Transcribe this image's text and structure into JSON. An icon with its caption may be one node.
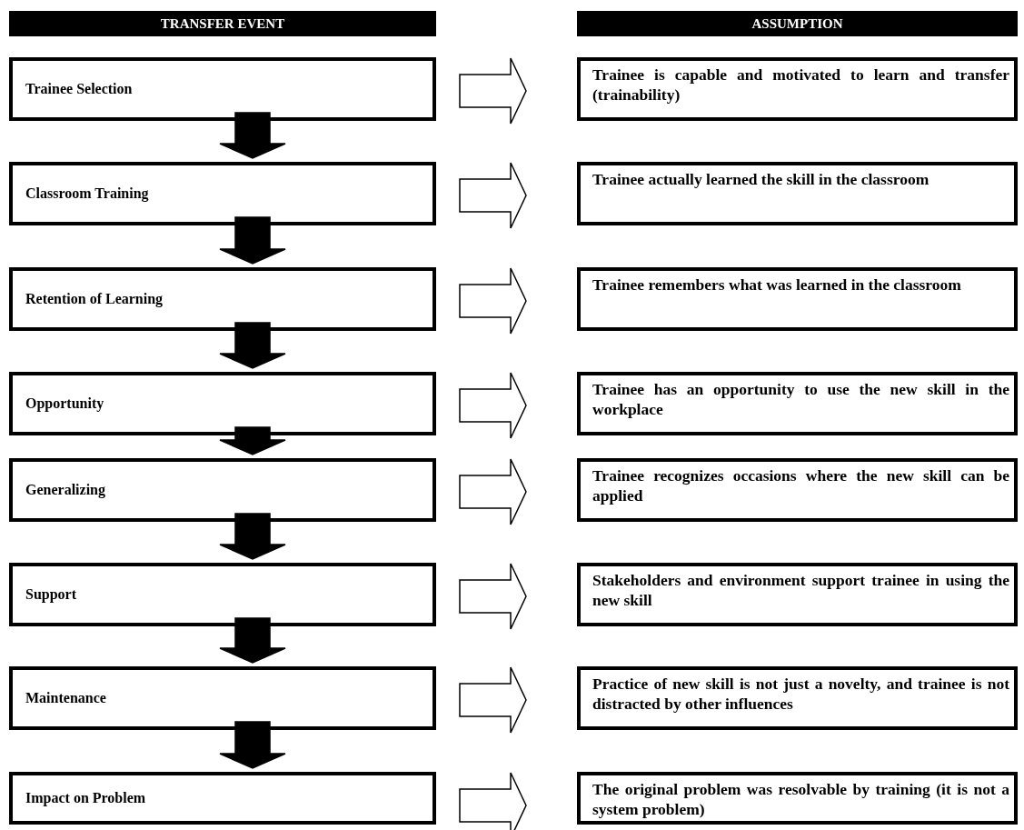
{
  "diagram": {
    "nodes": [
      {
        "text": [
          "TRANSFER  EVENT"
        ]
      },
      {
        "text": [
          "ASSUMPTION"
        ]
      },
      {
        "text": [
          "Trainee Selection"
        ]
      },
      {
        "text": [
          "Trainee is capable and motivated to learn and transfer (trainability)"
        ]
      },
      {
        "text": [
          "Classroom Training"
        ]
      },
      {
        "text": [
          "Trainee actually learned the skill in the classroom"
        ]
      },
      {
        "text": [
          "Retention of Learning"
        ]
      },
      {
        "text": [
          "Trainee remembers what was learned in the classroom"
        ]
      },
      {
        "text": [
          "Opportunity"
        ]
      },
      {
        "text": [
          "Trainee has an opportunity to use the new skill in the workplace"
        ]
      },
      {
        "text": [
          "Generalizing"
        ]
      },
      {
        "text": [
          "Trainee recognizes occasions where the new skill can be applied"
        ]
      },
      {
        "text": [
          "Support"
        ]
      },
      {
        "text": [
          "Stakeholders and environment support trainee in using the new skill"
        ]
      },
      {
        "text": [
          "Maintenance"
        ]
      },
      {
        "text": [
          "Practice of new skill is not just a novelty, and trainee is not distracted by other influences"
        ]
      },
      {
        "text": [
          "Impact on Problem"
        ]
      },
      {
        "text": [
          "The original problem was resolvable by training (it is not a system problem)"
        ]
      }
    ],
    "edges": [
      {
        "from": 2,
        "to": 3,
        "arrow": "to"
      },
      {
        "from": 2,
        "to": 4,
        "arrow": "to",
        "style": "thick"
      },
      {
        "from": 4,
        "to": 5,
        "arrow": "to"
      },
      {
        "from": 4,
        "to": 6,
        "arrow": "to",
        "style": "thick"
      },
      {
        "from": 6,
        "to": 7,
        "arrow": "to"
      },
      {
        "from": 6,
        "to": 8,
        "arrow": "to",
        "style": "thick"
      },
      {
        "from": 8,
        "to": 9,
        "arrow": "to"
      },
      {
        "from": 8,
        "to": 10,
        "arrow": "to",
        "style": "thick"
      },
      {
        "from": 10,
        "to": 11,
        "arrow": "to"
      },
      {
        "from": 10,
        "to": 12,
        "arrow": "to",
        "style": "thick"
      },
      {
        "from": 12,
        "to": 13,
        "arrow": "to"
      },
      {
        "from": 12,
        "to": 14,
        "arrow": "to",
        "style": "thick"
      },
      {
        "from": 14,
        "to": 15,
        "arrow": "to"
      },
      {
        "from": 14,
        "to": 16,
        "arrow": "to",
        "style": "thick"
      },
      {
        "from": 16,
        "to": 17,
        "arrow": "to"
      }
    ]
  }
}
